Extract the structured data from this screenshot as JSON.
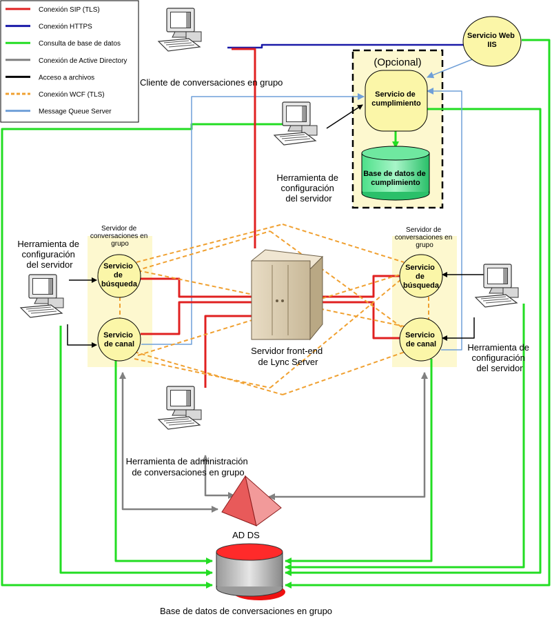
{
  "legend": {
    "items": [
      {
        "label": "Conexión SIP (TLS)",
        "color": "#e02020",
        "style": "solid"
      },
      {
        "label": "Conexión HTTPS",
        "color": "#1a1aa8",
        "style": "solid"
      },
      {
        "label": "Consulta de base de datos",
        "color": "#22dd22",
        "style": "solid"
      },
      {
        "label": "Conexión de Active Directory",
        "color": "#808080",
        "style": "solid"
      },
      {
        "label": "Acceso a archivos",
        "color": "#000000",
        "style": "solid"
      },
      {
        "label": "Conexión WCF (TLS)",
        "color": "#f0a030",
        "style": "dashed"
      },
      {
        "label": "Message Queue Server",
        "color": "#6f9fd8",
        "style": "solid"
      }
    ]
  },
  "nodes": {
    "client": "Cliente de conversaciones en grupo",
    "iis": [
      "Servicio Web",
      "IIS"
    ],
    "optional": "(Opcional)",
    "compliance_service": [
      "Servicio de",
      "cumplimiento"
    ],
    "compliance_db": [
      "Base de datos de",
      "cumplimiento"
    ],
    "config_tool_top": [
      "Herramienta de",
      "configuración",
      "del servidor"
    ],
    "config_tool_left": [
      "Herramienta de",
      "configuración",
      "del servidor"
    ],
    "config_tool_right": [
      "Herramienta de",
      "configuración",
      "del servidor"
    ],
    "gc_server_left": [
      "Servidor de",
      "conversaciones en",
      "grupo"
    ],
    "gc_server_right": [
      "Servidor de",
      "conversaciones en",
      "grupo"
    ],
    "lookup_service": [
      "Servicio",
      "de",
      "búsqueda"
    ],
    "lookup_service_right": [
      "Servicio",
      "de",
      "búsqueda"
    ],
    "channel_service": [
      "Servicio",
      "de canal"
    ],
    "channel_service_right": [
      "Servicio",
      "de canal"
    ],
    "frontend": [
      "Servidor front-end",
      "de Lync Server"
    ],
    "admin_tool": [
      "Herramienta de administración",
      "de conversaciones en grupo"
    ],
    "adds": "AD DS",
    "gc_db": "Base de datos de conversaciones en grupo"
  },
  "colors": {
    "sip": "#e02020",
    "https": "#1a1aa8",
    "db": "#22dd22",
    "ad": "#808080",
    "file": "#000000",
    "wcf": "#f0a030",
    "mq": "#6f9fd8",
    "service_fill": "#fbf6a8",
    "zone_fill": "#fdf8cf"
  }
}
